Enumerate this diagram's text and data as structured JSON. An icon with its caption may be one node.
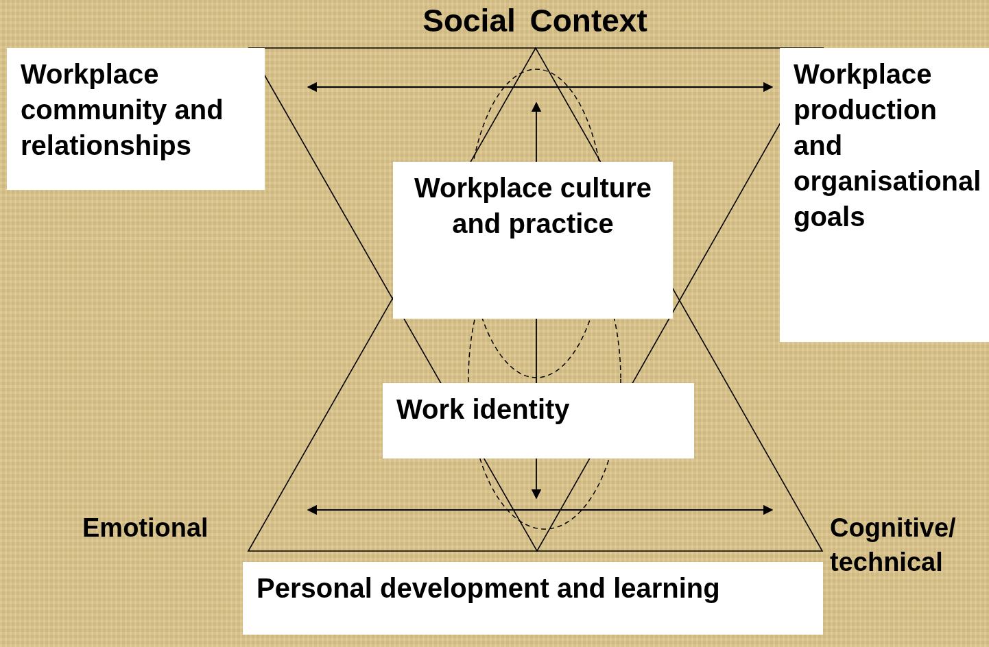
{
  "diagram": {
    "title": "Social Context",
    "nodes": [
      {
        "text": [
          "Workplace community and relationships"
        ]
      },
      {
        "text": [
          "Workplace production and organisational goals"
        ]
      },
      {
        "text": [
          "Workplace culture and practice"
        ]
      },
      {
        "text": [
          "Work identity"
        ]
      },
      {
        "text": [
          "Personal development and learning"
        ]
      }
    ],
    "edges": [
      {
        "from": 2,
        "to": null,
        "arrow": "to"
      },
      {
        "from": 2,
        "to": 3,
        "arrow": "none"
      },
      {
        "from": 3,
        "to": null,
        "arrow": "to"
      }
    ],
    "labels": [
      "Emotional",
      "Cognitive/ technical"
    ]
  }
}
